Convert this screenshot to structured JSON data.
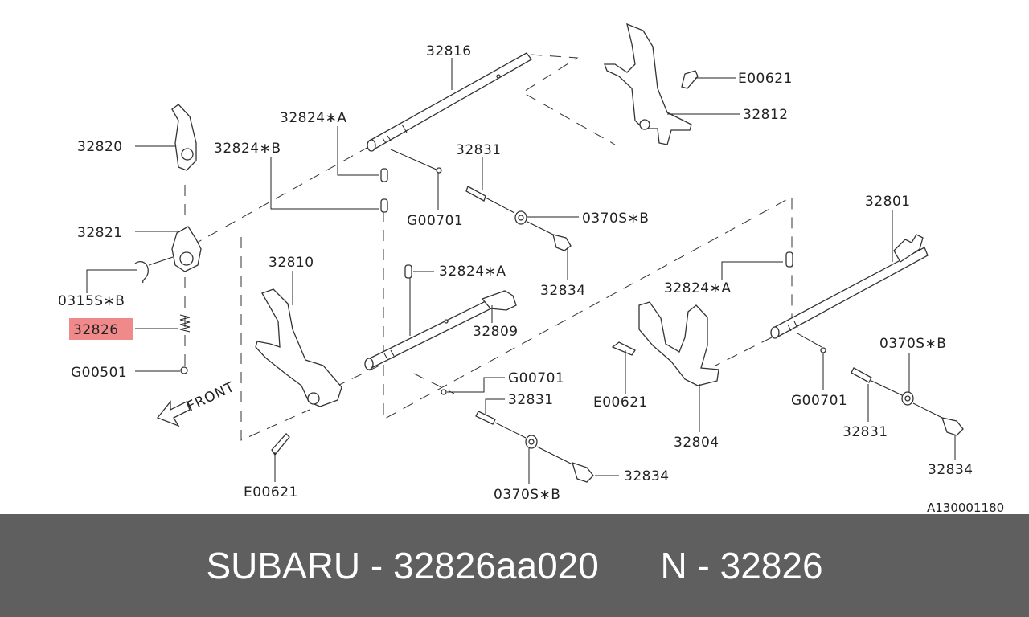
{
  "diagram": {
    "reference_code": "A130001180",
    "front_label": "FRONT",
    "highlight_color": "#f08a8a",
    "labels": {
      "p32816": "32816",
      "e00621_top": "E00621",
      "p32812": "32812",
      "p32824a_top": "32824∗A",
      "p32824b": "32824∗B",
      "p32831_top": "32831",
      "p32820": "32820",
      "g00701_top": "G00701",
      "p0370sb_top": "0370S∗B",
      "p32821": "32821",
      "p32810": "32810",
      "p32824a_mid": "32824∗A",
      "p0315sb": "0315S∗B",
      "p32834_top": "32834",
      "p32826": "32826",
      "p32809": "32809",
      "g00501": "G00501",
      "g00701_mid": "G00701",
      "p32831_mid": "32831",
      "p32834_bot": "32834",
      "p0370sb_bot": "0370S∗B",
      "e00621_bot": "E00621",
      "p32801": "32801",
      "p32824a_right": "32824∗A",
      "p0370sb_right": "0370S∗B",
      "e00621_right": "E00621",
      "g00701_right": "G00701",
      "p32804": "32804",
      "p32831_right": "32831",
      "p32834_right": "32834"
    }
  },
  "footer": {
    "text": "SUBARU - 32826aa020      N - 32826"
  }
}
